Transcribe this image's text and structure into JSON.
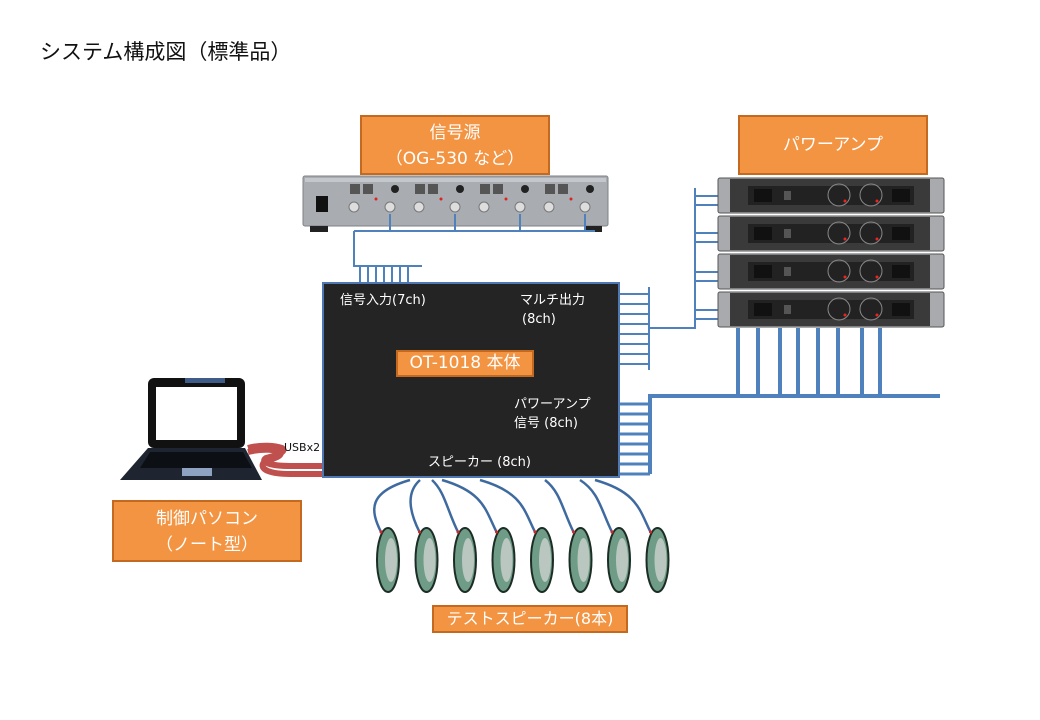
{
  "title": "システム構成図（標準品）",
  "signal_source": {
    "line1": "信号源",
    "line2": "（OG-530 など）"
  },
  "power_amp": {
    "label": "パワーアンプ",
    "count": 4
  },
  "main_unit": {
    "name": "OT-1018  本体",
    "signal_input": "信号入力(7ch)",
    "multi_output_1": "マルチ出力",
    "multi_output_2": "(8ch)",
    "amp_signal_1": "パワーアンプ",
    "amp_signal_2": "信号 (8ch)",
    "speaker": "スピーカー (8ch)"
  },
  "pc": {
    "line1": "制御パソコン",
    "line2": "（ノート型）",
    "usb_label": "USBx2"
  },
  "speakers": {
    "label": "テストスピーカー(8本)",
    "count": 8
  },
  "colors": {
    "accent": "#f39443",
    "cable": "#4f81bd",
    "usb_cable": "#c0504d",
    "unit": "#242424"
  }
}
